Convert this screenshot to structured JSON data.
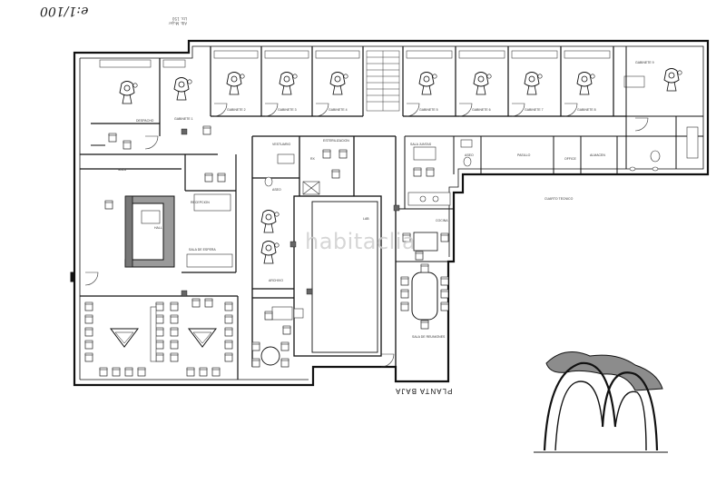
{
  "scale_note": "e:1/100",
  "header_mini": [
    "Alb. Mujer",
    "Lts. 150"
  ],
  "watermark": "habitaclia",
  "plan_title": "PLANTA BAJA",
  "room_labels": [
    "SALA",
    "HALL",
    "RECEPCION",
    "SALA DE ESPERA",
    "GABINETE 1",
    "GABINETE 2",
    "GABINETE 3",
    "GABINETE 4",
    "GABINETE 5",
    "GABINETE 6",
    "GABINETE 7",
    "GABINETE 8",
    "GABINETE 9",
    "DESPACHO",
    "VESTUARIO",
    "ESTERILIZACION",
    "RX",
    "ASEO",
    "ASEO",
    "SALA DE REUNIONES",
    "ARCHIVO",
    "COCINA",
    "CUARTO TECNICO",
    "OFFICE",
    "ALMACEN",
    "LAB",
    "PASILLO",
    "SALA JUNTAS"
  ]
}
